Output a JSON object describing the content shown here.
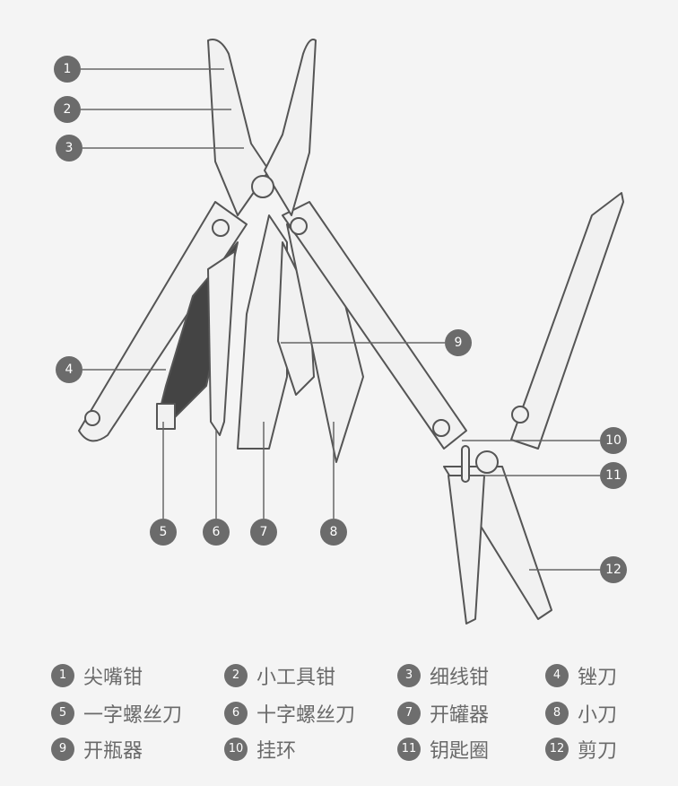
{
  "colors": {
    "background": "#f4f4f4",
    "badge": "#6b6b6b",
    "outline": "#555555",
    "text": "#6a6a6a"
  },
  "callouts": [
    "1",
    "2",
    "3",
    "4",
    "5",
    "6",
    "7",
    "8",
    "9",
    "10",
    "11",
    "12"
  ],
  "legend": [
    {
      "num": "1",
      "label": "尖嘴钳"
    },
    {
      "num": "2",
      "label": "小工具钳"
    },
    {
      "num": "3",
      "label": "细线钳"
    },
    {
      "num": "4",
      "label": "锉刀"
    },
    {
      "num": "5",
      "label": "一字螺丝刀"
    },
    {
      "num": "6",
      "label": "十字螺丝刀"
    },
    {
      "num": "7",
      "label": "开罐器"
    },
    {
      "num": "8",
      "label": "小刀"
    },
    {
      "num": "9",
      "label": "开瓶器"
    },
    {
      "num": "10",
      "label": "挂环"
    },
    {
      "num": "11",
      "label": "钥匙圈"
    },
    {
      "num": "12",
      "label": "剪刀"
    }
  ]
}
